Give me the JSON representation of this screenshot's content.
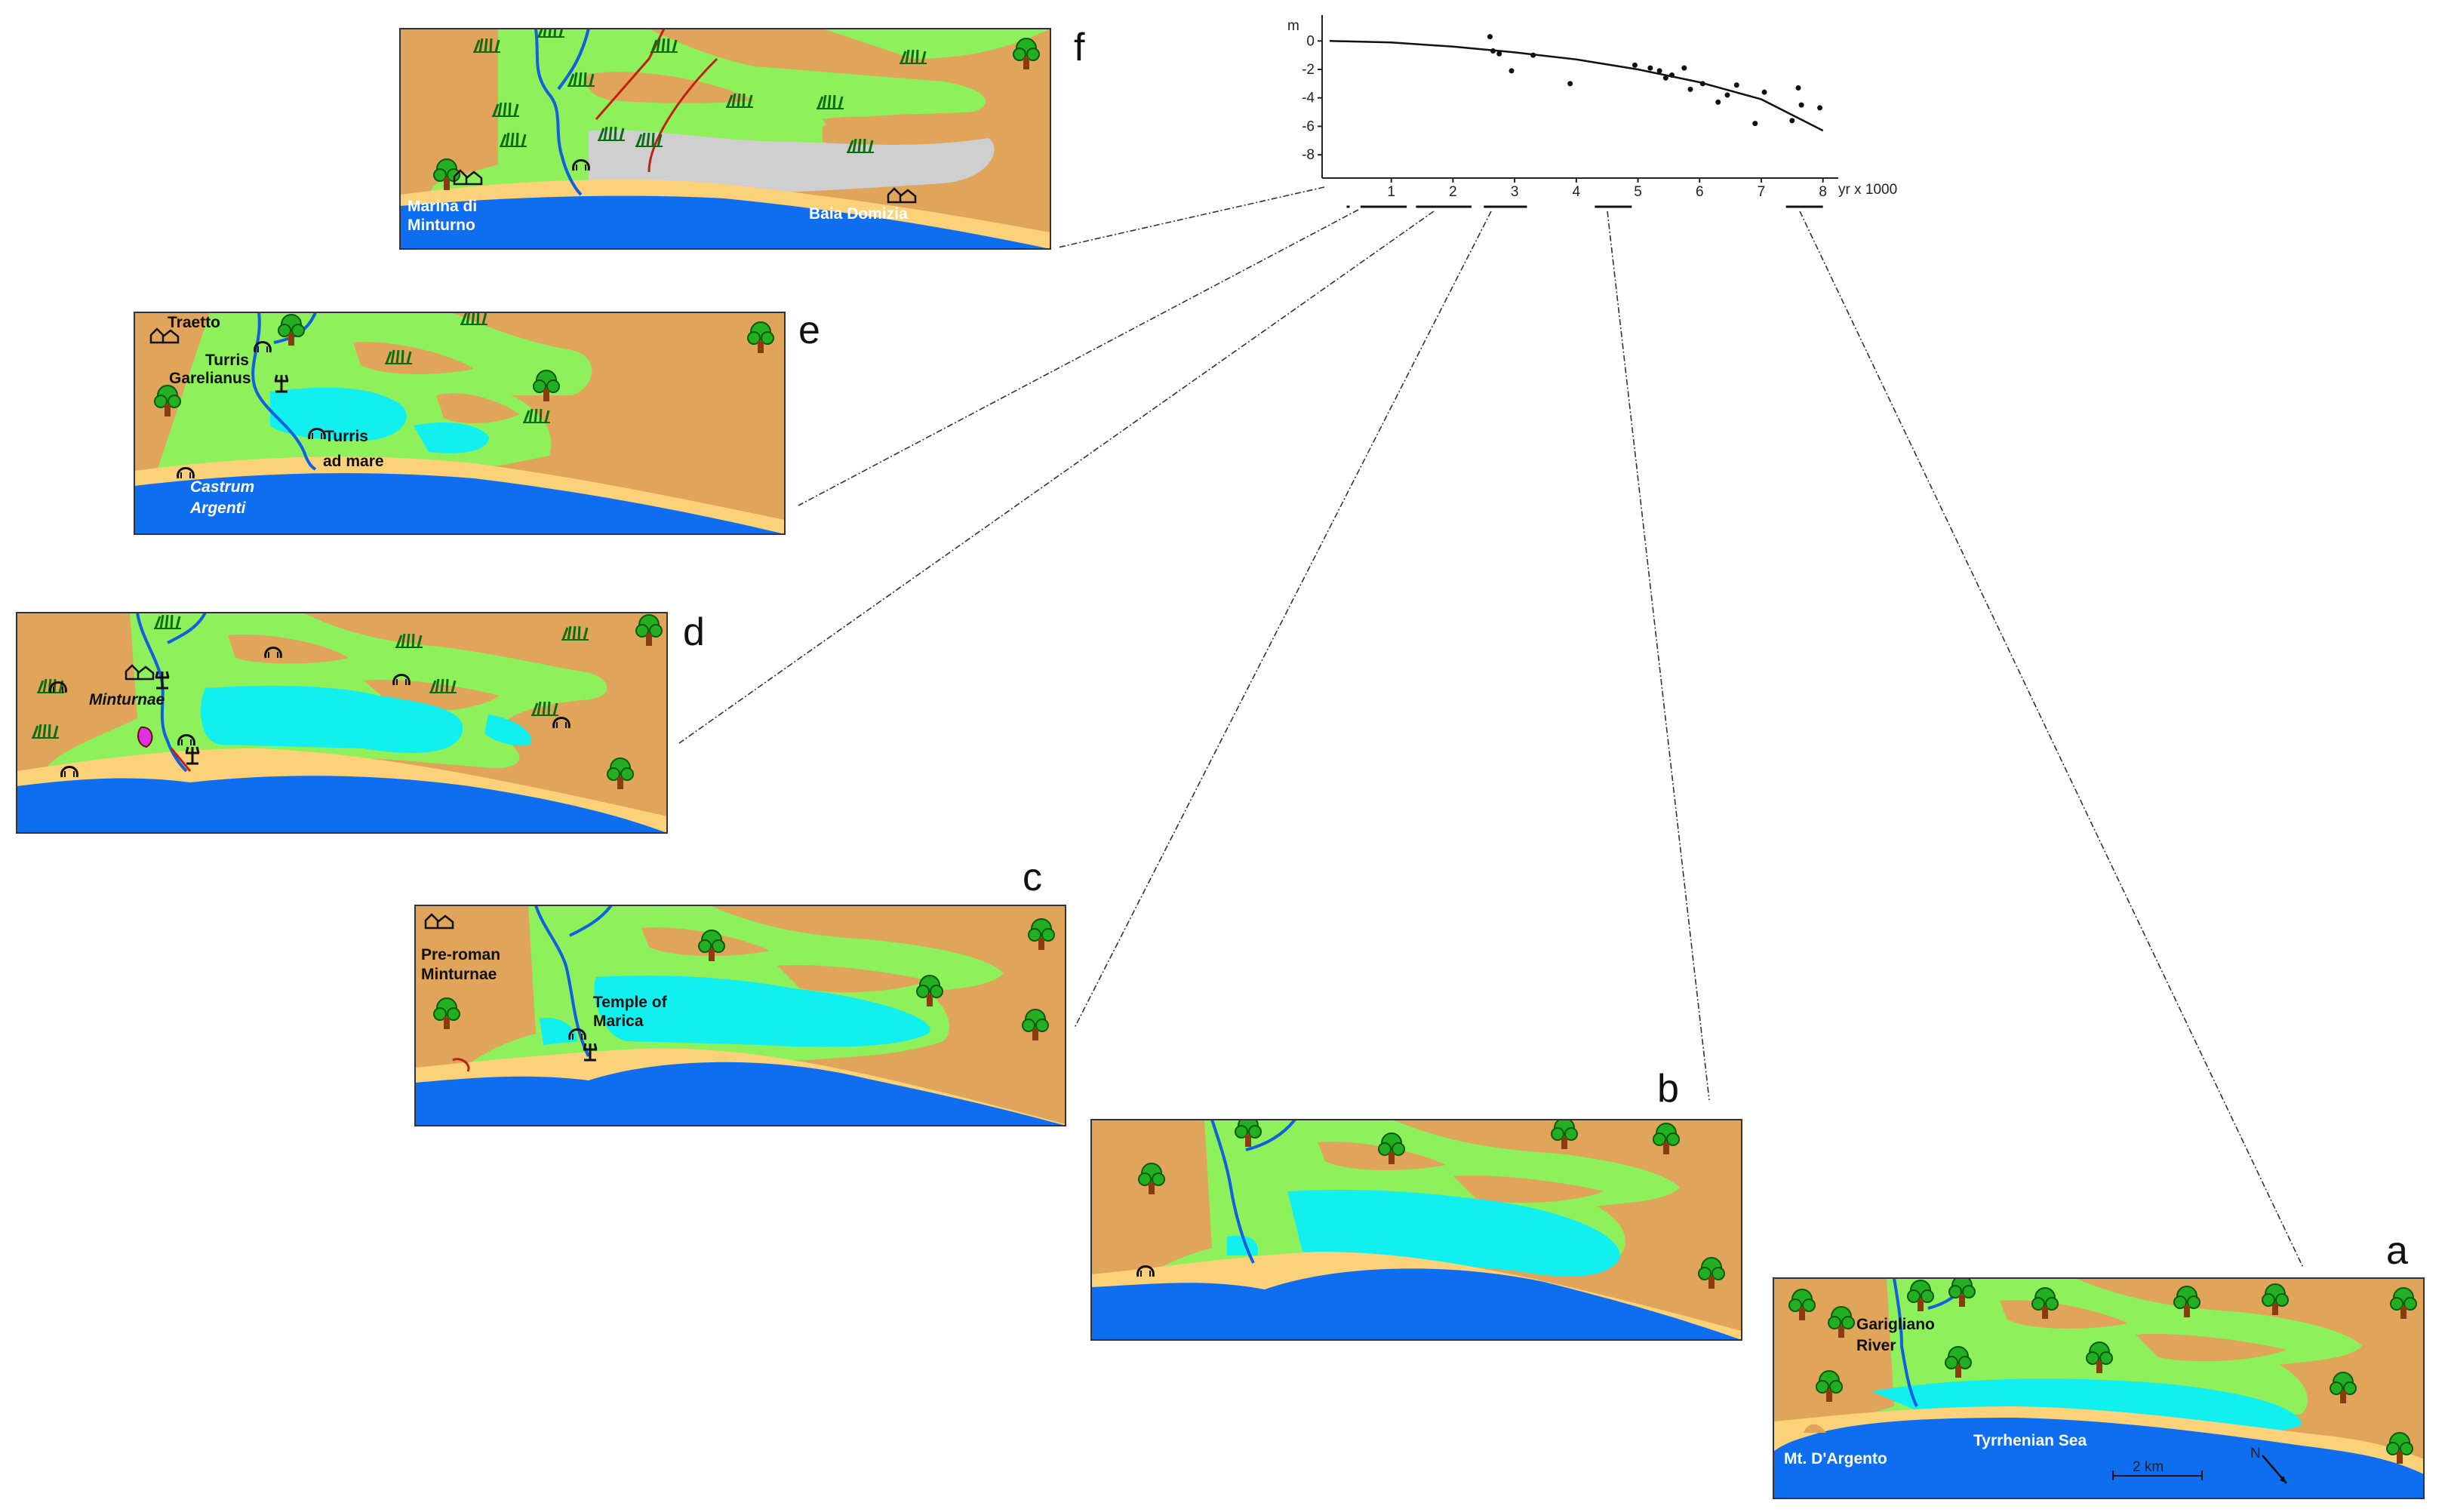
{
  "figure": {
    "colors": {
      "land": "#e0a55a",
      "marsh": "#8ef05a",
      "lagoon": "#11f0ee",
      "reclaimed": "#cfcfcf",
      "beach": "#fbd27a",
      "sea": "#0f6ef0",
      "river": "#1060e0"
    },
    "panels": {
      "a": {
        "letter": "a",
        "labels": {
          "river": [
            "Garigliano",
            "River"
          ],
          "sea": "Tyrrhenian Sea",
          "mount": "Mt. D'Argento",
          "scale": "2 km",
          "north": "N"
        }
      },
      "b": {
        "letter": "b"
      },
      "c": {
        "letter": "c",
        "labels": {
          "preroman": [
            "Pre-roman",
            "Minturnae"
          ],
          "temple": [
            "Temple of",
            "Marica"
          ]
        }
      },
      "d": {
        "letter": "d",
        "labels": {
          "minturnae": "Minturnae"
        }
      },
      "e": {
        "letter": "e",
        "labels": {
          "traetto": "Traetto",
          "turris_garelianus": [
            "Turris",
            "Garelianus"
          ],
          "turris_ad_mare": [
            "Turris",
            "ad mare"
          ],
          "castrum": [
            "Castrum",
            "Argenti"
          ]
        }
      },
      "f": {
        "letter": "f",
        "labels": {
          "marina": [
            "Marina di",
            "Minturno"
          ],
          "baia": "Baia Domizia"
        }
      }
    }
  },
  "chart_data": {
    "type": "scatter",
    "y_unit_label": "m",
    "x_unit_label": "yr x 1000",
    "x_ticks": [
      "1",
      "2",
      "3",
      "4",
      "5",
      "6",
      "7",
      "8"
    ],
    "y_ticks": [
      "0",
      "-2",
      "-4",
      "-6",
      "-8"
    ],
    "xlim": [
      0,
      8.2
    ],
    "ylim": [
      -9,
      1.5
    ],
    "grid": false,
    "points": [
      {
        "x": 2.6,
        "y": 0.3
      },
      {
        "x": 2.65,
        "y": -0.7
      },
      {
        "x": 2.75,
        "y": -0.9
      },
      {
        "x": 2.95,
        "y": -2.1
      },
      {
        "x": 3.3,
        "y": -1.0
      },
      {
        "x": 3.9,
        "y": -3.0
      },
      {
        "x": 4.95,
        "y": -1.7
      },
      {
        "x": 5.2,
        "y": -1.9
      },
      {
        "x": 5.35,
        "y": -2.1
      },
      {
        "x": 5.45,
        "y": -2.6
      },
      {
        "x": 5.55,
        "y": -2.4
      },
      {
        "x": 5.75,
        "y": -1.9
      },
      {
        "x": 5.85,
        "y": -3.4
      },
      {
        "x": 6.05,
        "y": -3.0
      },
      {
        "x": 6.3,
        "y": -4.3
      },
      {
        "x": 6.45,
        "y": -3.8
      },
      {
        "x": 6.6,
        "y": -3.1
      },
      {
        "x": 6.9,
        "y": -5.8
      },
      {
        "x": 7.05,
        "y": -3.6
      },
      {
        "x": 7.5,
        "y": -5.6
      },
      {
        "x": 7.6,
        "y": -3.3
      },
      {
        "x": 7.65,
        "y": -4.5
      },
      {
        "x": 7.95,
        "y": -4.7
      }
    ],
    "trend": {
      "x": [
        0,
        1,
        2,
        3,
        4,
        5,
        6,
        7,
        8
      ],
      "y": [
        0,
        -0.1,
        -0.4,
        -0.8,
        -1.3,
        -2.0,
        -2.9,
        -4.1,
        -6.3
      ]
    },
    "period_bars": [
      {
        "panel": "f",
        "from": 0.3,
        "to": 0.3
      },
      {
        "panel": "e",
        "from": 0.5,
        "to": 1.25
      },
      {
        "panel": "d",
        "from": 1.4,
        "to": 2.3
      },
      {
        "panel": "c",
        "from": 2.5,
        "to": 3.2
      },
      {
        "panel": "b",
        "from": 4.3,
        "to": 4.9
      },
      {
        "panel": "a",
        "from": 7.4,
        "to": 8.0
      }
    ]
  }
}
